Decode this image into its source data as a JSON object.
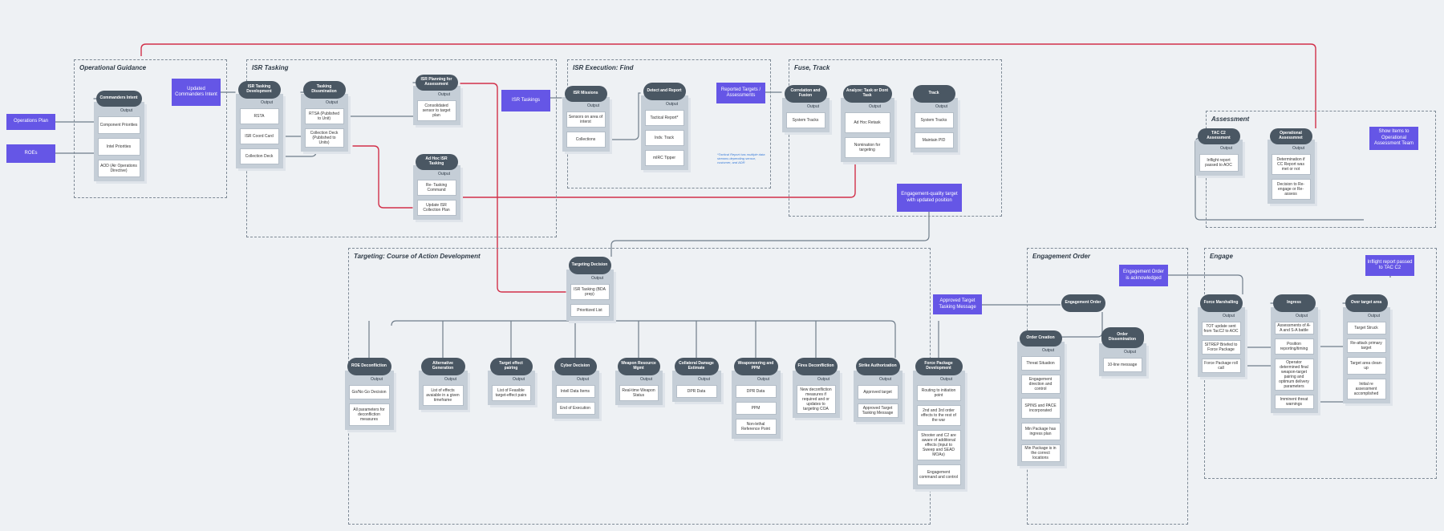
{
  "regions": {
    "operational_guidance": "Operational Guidance",
    "isr_tasking": "ISR Tasking",
    "isr_execution": "ISR Execution: Find",
    "fuse_track": "Fuse, Track",
    "assessment": "Assessment",
    "targeting": "Targeting: Course of Action Development",
    "engagement_order": "Engagement Order",
    "engage": "Engage"
  },
  "common": {
    "output": "Output"
  },
  "inputs": {
    "operations_plan": "Operations Plan",
    "roes": "ROEs",
    "updated_intent": "Updated Commanders Intent",
    "isr_taskings": "ISR Taskings",
    "reported_targets": "Reported Targets / Assessments",
    "engagement_quality": "Engagement-quality target with updated position",
    "show_items": "Show Items to Operational Assessment Team",
    "inflight_tac": "Inflight report passed to TAC C2",
    "engagement_ack": "Engagement Order is acknowledged",
    "approved_target": "Approved Target Tasking Message"
  },
  "nodes": {
    "commanders_intent": {
      "title": "Commanders Intent",
      "items": [
        "Component Priorities",
        "Intel Priorities",
        "AOD (Air Operations Directive)"
      ]
    },
    "isr_tasking_dev": {
      "title": "ISR Tasking Development",
      "items": [
        "RSTA",
        "ISR Coord Card",
        "Collection Deck"
      ]
    },
    "tasking_dissem": {
      "title": "Tasking Dissmination",
      "items": [
        "RTSA (Published to Unit)",
        "Collection Deck (Published to Units)"
      ]
    },
    "isr_planning": {
      "title": "ISR Planning for Assessment",
      "items": [
        "Consolidated sensor to target plan"
      ]
    },
    "adhoc_isr": {
      "title": "Ad Hoc ISR Tasking",
      "items": [
        "Re- Tasking Command",
        "Update ISR Collection Plan"
      ]
    },
    "isr_missions": {
      "title": "ISR Missions",
      "items": [
        "Sensors on area of interst",
        "Collections"
      ]
    },
    "detect_report": {
      "title": "Detect and Report",
      "items": [
        "Tactical Report*",
        "Indv. Track",
        "mIRC Tipper"
      ]
    },
    "correlation": {
      "title": "Correlation and Fusion",
      "items": [
        "System Tracks"
      ]
    },
    "analyze": {
      "title": "Analyze: Task or Dont Task",
      "items": [
        "Ad Hoc Retask",
        "Nomination for targeting"
      ]
    },
    "track": {
      "title": "Track",
      "items": [
        "System Tracks",
        "Maintain PID"
      ]
    },
    "tac_c2": {
      "title": "TAC C2 Assessment",
      "items": [
        "Inflight report passed to AOC"
      ]
    },
    "op_assessment": {
      "title": "Operational Assessmnet",
      "items": [
        "Determination if CC Report was met or not",
        "Decision to Re-engage or Re-assess"
      ]
    },
    "targeting_decision": {
      "title": "Targeting Decision",
      "items": [
        "ISR Tasking (BDA prep)",
        "Prioritized List"
      ]
    },
    "roe_decon": {
      "title": "ROE Deconfliction",
      "items": [
        "Go/No Go Decision",
        "All parameters for deconfliction measures"
      ]
    },
    "alt_gen": {
      "title": "Alternative Generation",
      "items": [
        "List of effects avaiable in a given timeframe"
      ]
    },
    "target_effect": {
      "title": "Target effect pairing",
      "items": [
        "List of Feasible target-effect pairs"
      ]
    },
    "cyber": {
      "title": "Cyber Decision",
      "items": [
        "Intell Data Items",
        "End of Execution"
      ]
    },
    "weapon_resource": {
      "title": "Weapon Resource Mgmt",
      "items": [
        "Real-time Weapon Status"
      ]
    },
    "collateral": {
      "title": "Collateral Damage Estimate",
      "items": [
        "DPR Data"
      ]
    },
    "weaponeering": {
      "title": "Weaponeering and PPM",
      "items": [
        "DPR Data",
        "PPM",
        "Non-lethal Reference Point"
      ]
    },
    "fires_decon": {
      "title": "Fires Deconfliction",
      "items": [
        "New deconfliction measures if required and or updates to targeting COA"
      ]
    },
    "strike_auth": {
      "title": "Strike Authorization",
      "items": [
        "Approved target",
        "Approved Target Tasking Message"
      ]
    },
    "force_package": {
      "title": "Force Package Development",
      "items": [
        "Routing to initiation point",
        "2nd and 3rd order effects to the rest of the war",
        "Shooter and C2 are aware of additional effects (input to Sweep and SEAD MOAs)",
        "Engagement command and control"
      ]
    },
    "engagement_order": {
      "title": "Engagement Order",
      "items": []
    },
    "order_creation": {
      "title": "Order Creation",
      "items": [
        "Threat Situation",
        "Engagement direction and control",
        "SPINS and PACE incorporated",
        "Min Package has ingress plan",
        "Min Package is in the correct locations"
      ]
    },
    "order_dissem": {
      "title": "Order Dissemination",
      "items": [
        "10-line message"
      ]
    },
    "force_marshal": {
      "title": "Force Marshalling",
      "items": [
        "TOT update sent from TacC2 to AOC",
        "SITREP Briefed to Force Package",
        "Force Package roll call"
      ]
    },
    "ingress": {
      "title": "Ingress",
      "items": [
        "Assessments of A-A and S-A battle",
        "Position reporting/timing",
        "Operator determined final weapon-target pairing and optimum delivery parameters",
        "Imminent threat warnings"
      ]
    },
    "over_target": {
      "title": "Over target area",
      "items": [
        "Target Struck",
        "Re-attack primary target",
        "Target area clean-up",
        "Initial re assessment accomplished"
      ]
    }
  },
  "notes": {
    "tactical_report": "*Tactical Report has multiple data streams depending sensor, customer, and ADR"
  }
}
